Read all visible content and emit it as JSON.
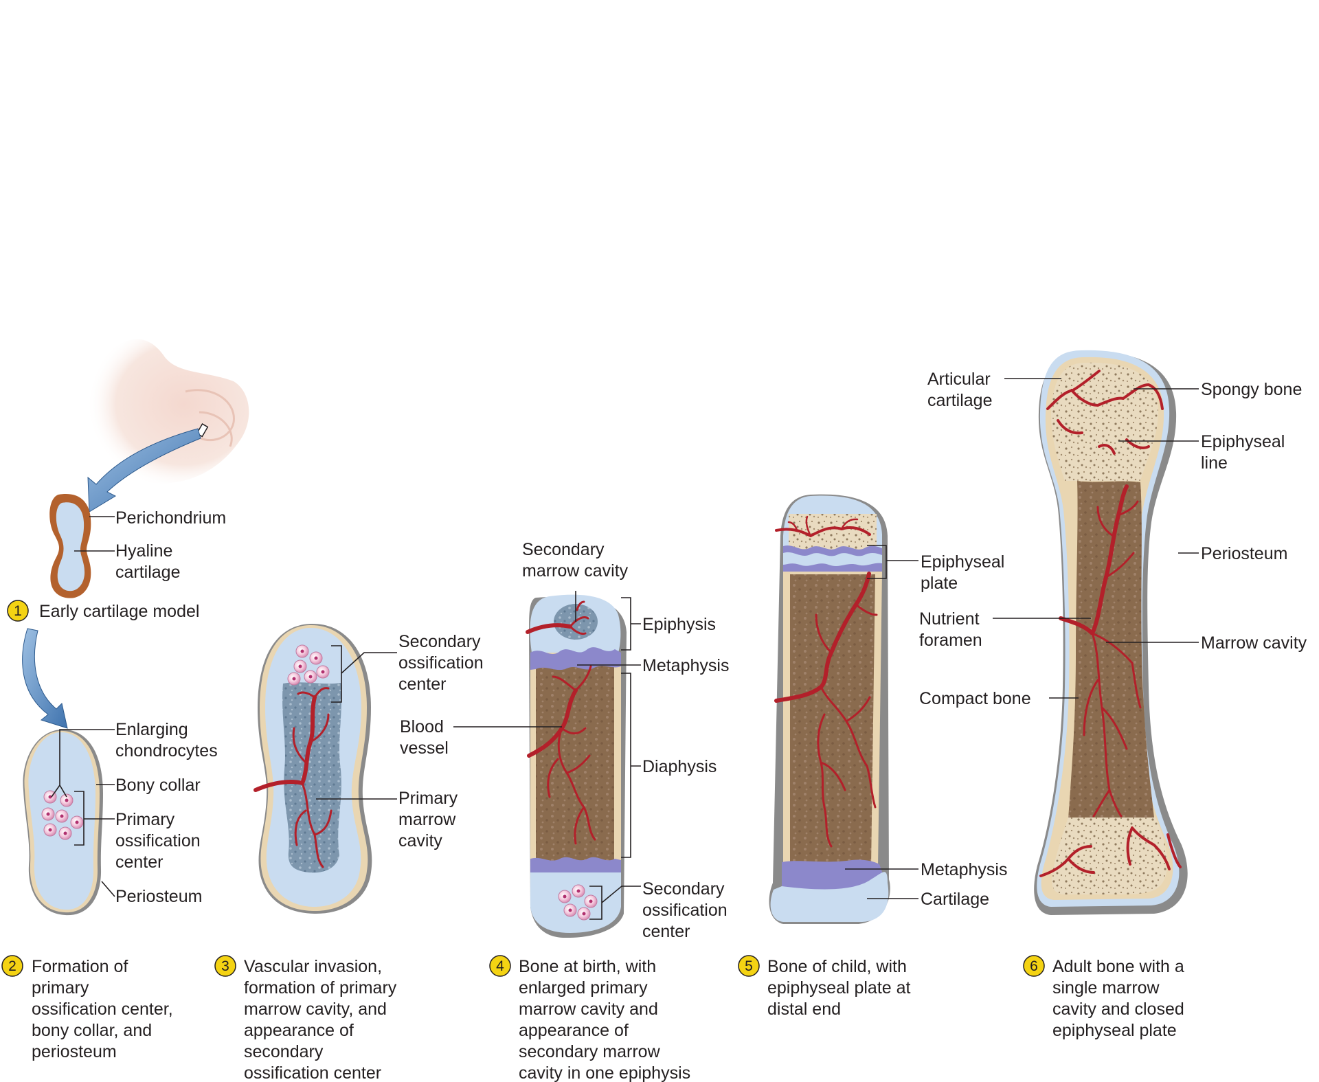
{
  "stages": [
    {
      "number": "1",
      "caption": [
        "Early cartilage model"
      ]
    },
    {
      "number": "2",
      "caption": [
        "Formation of",
        "primary",
        "ossification center,",
        "bony collar, and",
        "periosteum"
      ]
    },
    {
      "number": "3",
      "caption": [
        "Vascular invasion,",
        "formation of primary",
        "marrow cavity, and",
        "appearance of",
        "secondary",
        "ossification center"
      ]
    },
    {
      "number": "4",
      "caption": [
        "Bone at birth, with",
        "enlarged primary",
        "marrow cavity and",
        "appearance of",
        "secondary marrow",
        "cavity in one epiphysis"
      ]
    },
    {
      "number": "5",
      "caption": [
        "Bone of child, with",
        "epiphyseal plate at",
        "distal end"
      ]
    },
    {
      "number": "6",
      "caption": [
        "Adult bone with a",
        "single marrow",
        "cavity and closed",
        "epiphyseal plate"
      ]
    }
  ],
  "labels": {
    "s1": {
      "perichondrium": [
        "Perichondrium"
      ],
      "hyaline_cartilage": [
        "Hyaline",
        "cartilage"
      ]
    },
    "s2": {
      "enlarging_chondrocytes": [
        "Enlarging",
        "chondrocytes"
      ],
      "bony_collar": [
        "Bony collar"
      ],
      "primary_ossification_center": [
        "Primary",
        "ossification",
        "center"
      ],
      "periosteum": [
        "Periosteum"
      ]
    },
    "s3": {
      "secondary_ossification_center": [
        "Secondary",
        "ossification",
        "center"
      ],
      "blood_vessel": [
        "Blood",
        "vessel"
      ],
      "primary_marrow_cavity": [
        "Primary",
        "marrow",
        "cavity"
      ]
    },
    "s4": {
      "secondary_marrow_cavity": [
        "Secondary",
        "marrow cavity"
      ],
      "epiphysis": [
        "Epiphysis"
      ],
      "metaphysis": [
        "Metaphysis"
      ],
      "diaphysis": [
        "Diaphysis"
      ],
      "secondary_ossification_center": [
        "Secondary",
        "ossification",
        "center"
      ]
    },
    "s5": {
      "epiphyseal_plate": [
        "Epiphyseal",
        "plate"
      ],
      "metaphysis": [
        "Metaphysis"
      ],
      "cartilage": [
        "Cartilage"
      ]
    },
    "s6": {
      "articular_cartilage": [
        "Articular",
        "cartilage"
      ],
      "spongy_bone": [
        "Spongy bone"
      ],
      "epiphyseal_line": [
        "Epiphyseal",
        "line"
      ],
      "periosteum": [
        "Periosteum"
      ],
      "nutrient_foramen": [
        "Nutrient",
        "foramen"
      ],
      "marrow_cavity": [
        "Marrow cavity"
      ],
      "compact_bone": [
        "Compact bone"
      ]
    }
  },
  "colors": {
    "hyaline_cartilage": "#c9dcf0",
    "perichondrium": "#b3612d",
    "bony_collar": "#e9d6b2",
    "periosteum": "#8a8a8a",
    "marrow_cavity": "#8a6a4c",
    "spongy_bone": "#eadcc1",
    "metaphysis": "#8c88cb",
    "blood_vessel": "#b3202a",
    "step_badge": "#f4d313"
  }
}
